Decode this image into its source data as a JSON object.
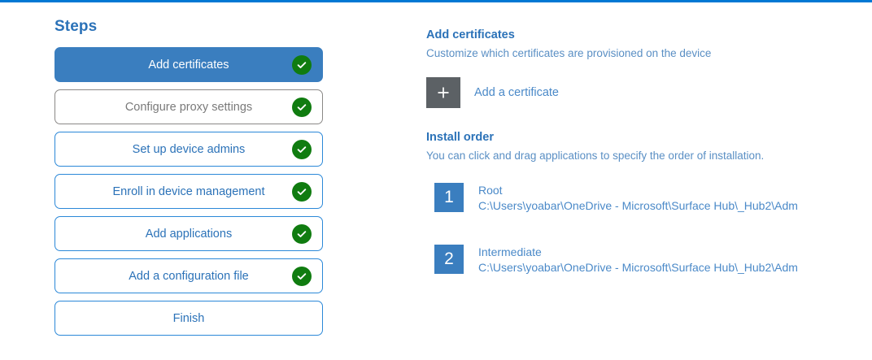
{
  "accent": {
    "blue": "#0078d4",
    "step_active_bg": "#3a7ebf",
    "step_border": "#2b88d8",
    "step_text": "#2b72b8",
    "muted_border": "#8a8886",
    "muted_text": "#7a7a7a",
    "check_green": "#107c10",
    "plus_tile_gray": "#5c6165",
    "link_blue": "#4a89c8",
    "subtext_blue": "#5a8fc4"
  },
  "steps_panel": {
    "title": "Steps",
    "items": [
      {
        "label": "Add certificates",
        "state": "active",
        "completed": true
      },
      {
        "label": "Configure proxy settings",
        "state": "muted",
        "completed": true
      },
      {
        "label": "Set up device admins",
        "state": "normal",
        "completed": true
      },
      {
        "label": "Enroll in device management",
        "state": "normal",
        "completed": true
      },
      {
        "label": "Add applications",
        "state": "normal",
        "completed": true
      },
      {
        "label": "Add a configuration file",
        "state": "normal",
        "completed": true
      },
      {
        "label": "Finish",
        "state": "normal",
        "completed": false
      }
    ]
  },
  "detail_panel": {
    "certificates": {
      "heading": "Add certificates",
      "description": "Customize which certificates are provisioned on the device",
      "add_button_label": "Add a certificate",
      "add_button_icon": "plus-icon"
    },
    "install_order": {
      "heading": "Install order",
      "description": "You can click and drag applications to specify the order of installation.",
      "items": [
        {
          "number": "1",
          "name": "Root",
          "path": "C:\\Users\\yoabar\\OneDrive - Microsoft\\Surface Hub\\_Hub2\\Adm"
        },
        {
          "number": "2",
          "name": "Intermediate",
          "path": "C:\\Users\\yoabar\\OneDrive - Microsoft\\Surface Hub\\_Hub2\\Adm"
        }
      ]
    }
  }
}
